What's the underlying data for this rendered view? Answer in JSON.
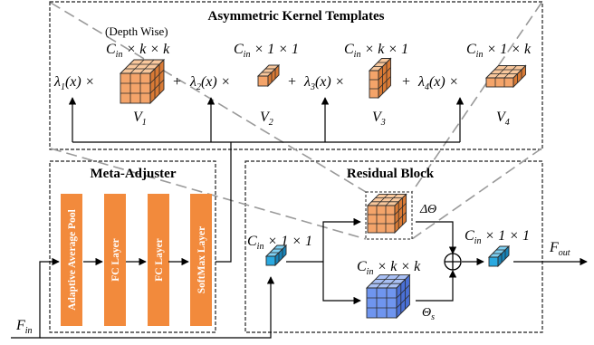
{
  "titles": {
    "templates": "Asymmetric Kernel Templates",
    "meta": "Meta-Adjuster",
    "residual": "Residual Block"
  },
  "depthwise_note": "(Depth Wise)",
  "kernels": [
    {
      "shape_main": "C",
      "shape_sub": "in",
      "shape_rest": " × k × k",
      "lambda_main": "λ",
      "lambda_sub": "1",
      "lambda_rest": "(x) ×",
      "v_main": "V",
      "v_sub": "1"
    },
    {
      "shape_main": "C",
      "shape_sub": "in",
      "shape_rest": " × 1 × 1",
      "lambda_main": "λ",
      "lambda_sub": "2",
      "lambda_rest": "(x) ×",
      "v_main": "V",
      "v_sub": "2"
    },
    {
      "shape_main": "C",
      "shape_sub": "in",
      "shape_rest": " × k × 1",
      "lambda_main": "λ",
      "lambda_sub": "3",
      "lambda_rest": "(x) ×",
      "v_main": "V",
      "v_sub": "3"
    },
    {
      "shape_main": "C",
      "shape_sub": "in",
      "shape_rest": " × 1 × k",
      "lambda_main": "λ",
      "lambda_sub": "4",
      "lambda_rest": "(x) ×",
      "v_main": "V",
      "v_sub": "4"
    }
  ],
  "plus": "+",
  "meta_layers": [
    "Adaptive Average Pool",
    "FC Layer",
    "FC Layer",
    "SoftMax Layer"
  ],
  "residual": {
    "in_conv_main": "C",
    "in_conv_sub": "in",
    "in_conv_rest": " × 1 × 1",
    "branch_main": "C",
    "branch_sub": "in",
    "branch_rest": " × k × k",
    "out_conv_main": "C",
    "out_conv_sub": "in",
    "out_conv_rest": " × 1 × 1",
    "delta_label": "ΔΘ",
    "theta_main": "Θ",
    "theta_sub": "s",
    "sum_symbol": "⊕"
  },
  "io": {
    "fin_main": "F",
    "fin_sub": "in",
    "fout_main": "F",
    "fout_sub": "out"
  },
  "colors": {
    "orange_face": "#f4a46a",
    "orange_top": "#f8c79c",
    "orange_side": "#d97a35",
    "blue_face": "#6f95ef",
    "blue_top": "#a9c0f5",
    "blue_side": "#4a70d6",
    "cyan_face": "#2aa9e0",
    "cyan_top": "#7fd0f2",
    "cyan_side": "#1783b8",
    "layer_fill": "#f28a3c"
  }
}
